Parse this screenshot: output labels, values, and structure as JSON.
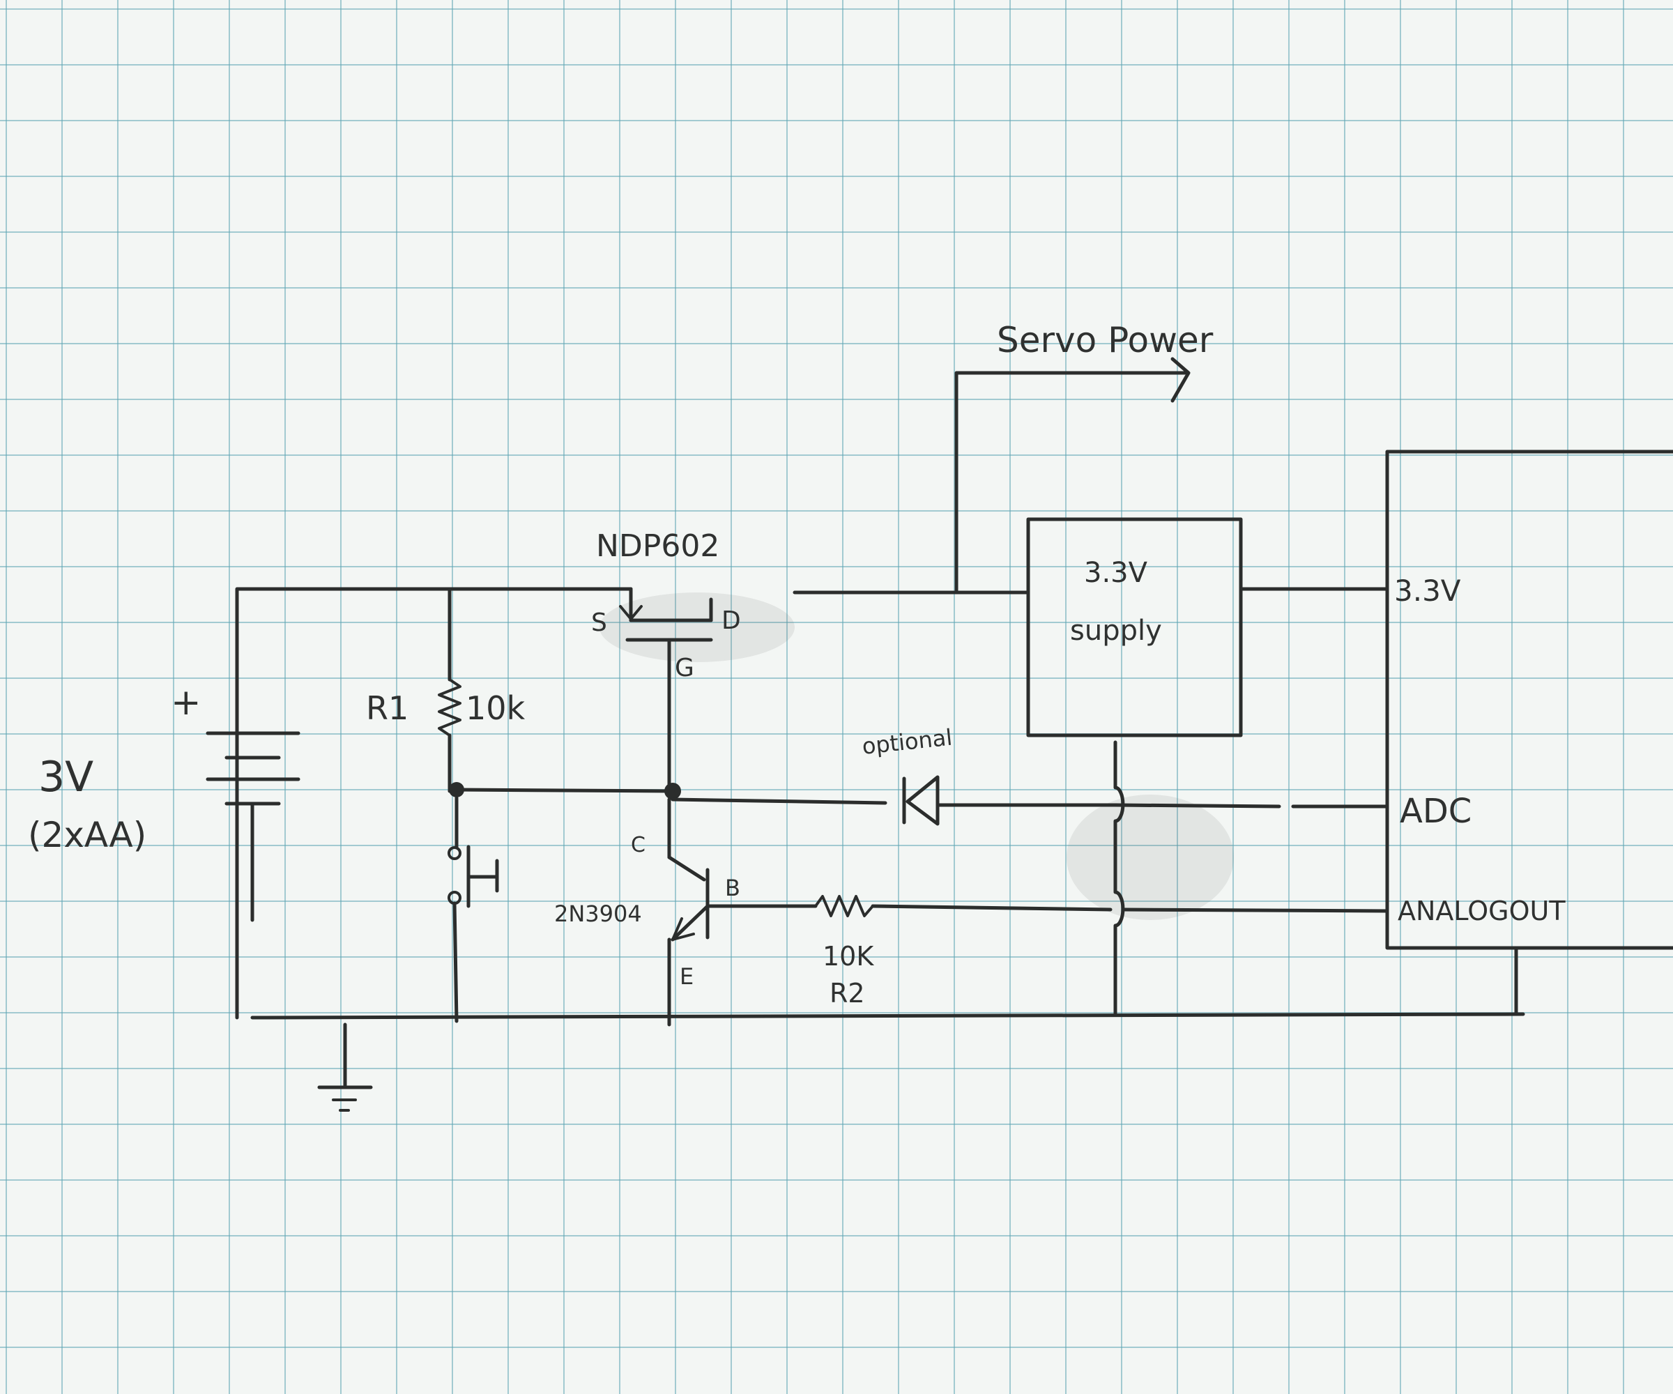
{
  "labels": {
    "servo_power": "Servo Power",
    "mosfet_part": "NDP602",
    "mosfet_source": "S",
    "mosfet_drain": "D",
    "mosfet_gate": "G",
    "battery_plus": "+",
    "battery_voltage": "3V",
    "battery_type": "(2xAA)",
    "r1_name": "R1",
    "r1_value": "10k",
    "supply_line1": "3.3V",
    "supply_line2": "supply",
    "optional": "optional",
    "transistor_part": "2N3904",
    "transistor_collector": "C",
    "transistor_base": "B",
    "transistor_emitter": "E",
    "r2_value": "10K",
    "r2_name": "R2",
    "mcu_pin_3v3": "3.3V",
    "mcu_pin_adc": "ADC",
    "mcu_pin_analogout": "ANALOGOUT"
  },
  "colors": {
    "paper": "#f3f6f4",
    "grid": "#5fa5b4",
    "pencil": "#2b2d2c"
  }
}
